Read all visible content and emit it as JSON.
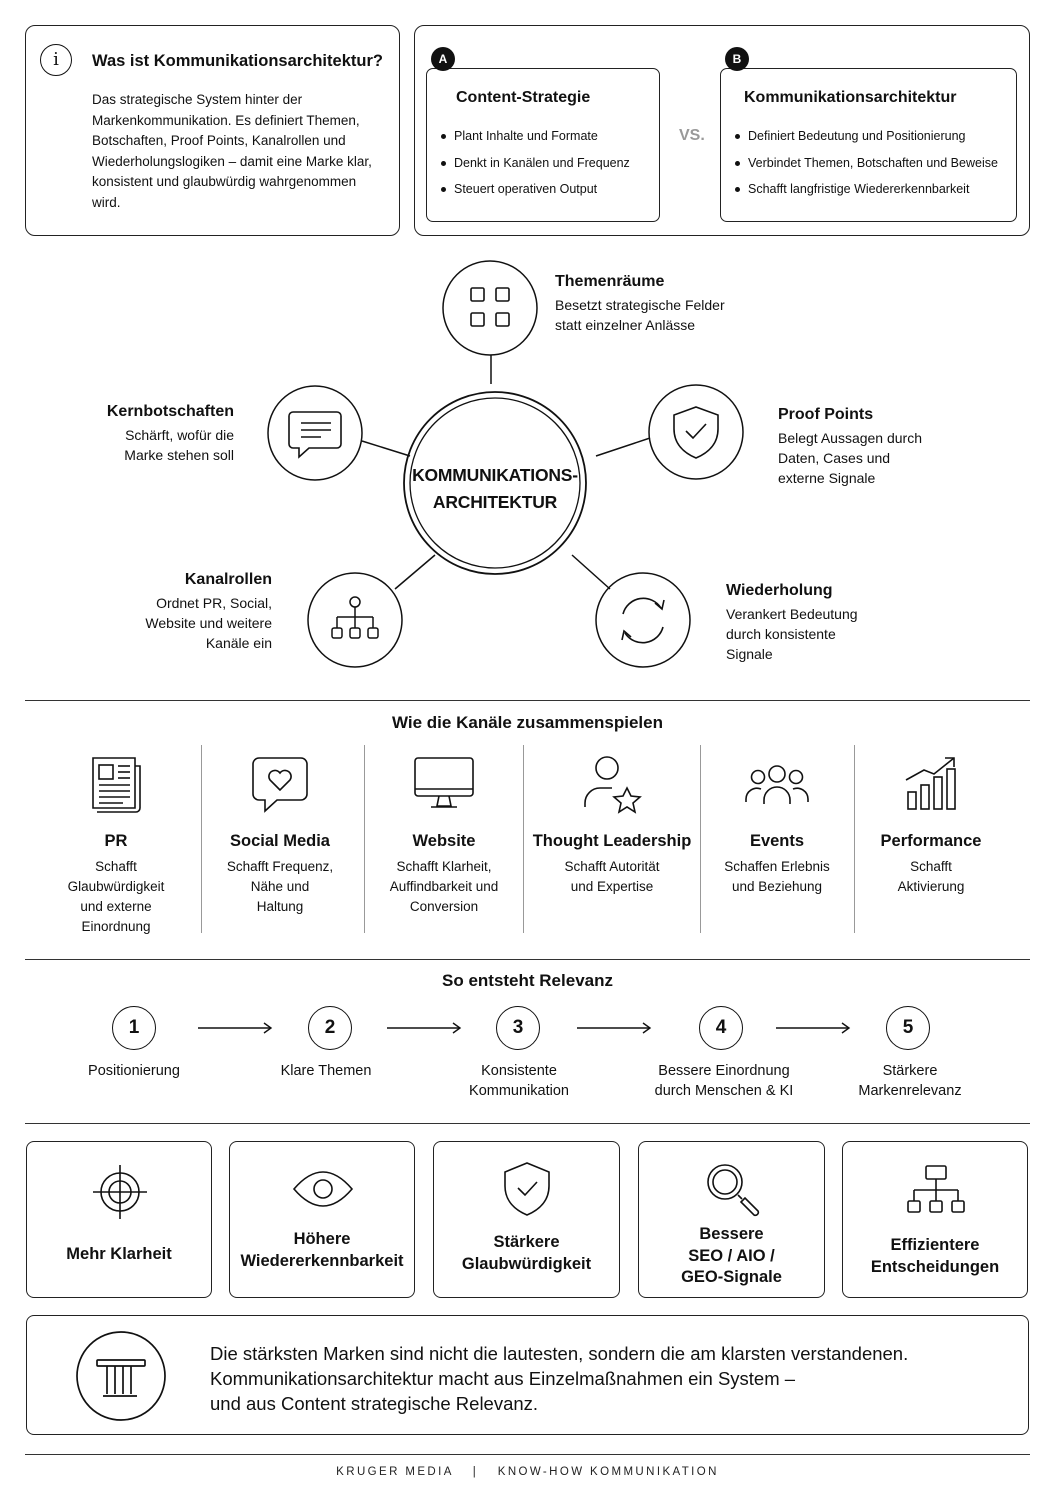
{
  "intro": {
    "info_glyph": "i",
    "title": "Was ist Kommunikationsarchitektur?",
    "text": "Das strategische System hinter der Markenkommunikation. Es definiert Themen, Botschaften, Proof Points, Kanalrollen und Wiederholungslogiken – damit eine Marke klar, konsistent und glaubwürdig wahrgenommen wird."
  },
  "compare": {
    "a": {
      "badge": "A",
      "title": "Content-Strategie",
      "items": [
        "Plant Inhalte und Formate",
        "Denkt in Kanälen und Frequenz",
        "Steuert operativen Output"
      ]
    },
    "vs": "VS.",
    "b": {
      "badge": "B",
      "title": "Kommunikationsarchitektur",
      "items": [
        "Definiert Bedeutung und Positionierung",
        "Verbindet Themen, Botschaften und Beweise",
        "Schafft langfristige Wiedererkennbarkeit"
      ]
    }
  },
  "hub": {
    "center": [
      "KOMMUNIKATIONS-",
      "ARCHITEKTUR"
    ],
    "nodes": [
      {
        "icon": "grid-icon",
        "title": "Themenräume",
        "desc": [
          "Besetzt strategische Felder",
          "statt einzelner Anlässe"
        ]
      },
      {
        "icon": "chat-icon",
        "title": "Kernbotschaften",
        "desc": [
          "Schärft, wofür die",
          "Marke stehen soll"
        ]
      },
      {
        "icon": "shield-check-icon",
        "title": "Proof Points",
        "desc": [
          "Belegt Aussagen durch",
          "Daten, Cases und",
          "externe Signale"
        ]
      },
      {
        "icon": "hierarchy-icon",
        "title": "Kanalrollen",
        "desc": [
          "Ordnet PR, Social,",
          "Website und weitere",
          "Kanäle ein"
        ]
      },
      {
        "icon": "refresh-icon",
        "title": "Wiederholung",
        "desc": [
          "Verankert Bedeutung",
          "durch konsistente",
          "Signale"
        ]
      }
    ]
  },
  "channels": {
    "heading": "Wie die Kanäle zusammenspielen",
    "items": [
      {
        "icon": "newspaper-icon",
        "title": "PR",
        "desc": [
          "Schafft",
          "Glaubwürdigkeit",
          "und externe",
          "Einordnung"
        ]
      },
      {
        "icon": "heart-chat-icon",
        "title": "Social Media",
        "desc": [
          "Schafft Frequenz,",
          "Nähe und",
          "Haltung"
        ]
      },
      {
        "icon": "monitor-icon",
        "title": "Website",
        "desc": [
          "Schafft Klarheit,",
          "Auffindbarkeit und",
          "Conversion"
        ]
      },
      {
        "icon": "person-star-icon",
        "title": "Thought Leadership",
        "desc": [
          "Schafft Autorität",
          "und Expertise"
        ]
      },
      {
        "icon": "people-icon",
        "title": "Events",
        "desc": [
          "Schaffen Erlebnis",
          "und Beziehung"
        ]
      },
      {
        "icon": "growth-chart-icon",
        "title": "Performance",
        "desc": [
          "Schafft",
          "Aktivierung"
        ]
      }
    ]
  },
  "relevance": {
    "heading": "So entsteht Relevanz",
    "steps": [
      {
        "num": "1",
        "label": [
          "Positionierung"
        ]
      },
      {
        "num": "2",
        "label": [
          "Klare Themen"
        ]
      },
      {
        "num": "3",
        "label": [
          "Konsistente",
          "Kommunikation"
        ]
      },
      {
        "num": "4",
        "label": [
          "Bessere Einordnung",
          "durch Menschen & KI"
        ]
      },
      {
        "num": "5",
        "label": [
          "Stärkere",
          "Markenrelevanz"
        ]
      }
    ]
  },
  "benefits": [
    {
      "icon": "target-icon",
      "label": [
        "Mehr Klarheit"
      ]
    },
    {
      "icon": "eye-icon",
      "label": [
        "Höhere",
        "Wiedererkennbarkeit"
      ]
    },
    {
      "icon": "shield-check-icon",
      "label": [
        "Stärkere",
        "Glaubwürdigkeit"
      ]
    },
    {
      "icon": "magnifier-icon",
      "label": [
        "Bessere",
        "SEO / AIO /",
        "GEO-Signale"
      ]
    },
    {
      "icon": "org-chart-icon",
      "label": [
        "Effizientere",
        "Entscheidungen"
      ]
    }
  ],
  "quote": {
    "icon": "column-icon",
    "lines": [
      "Die stärksten Marken sind nicht die lautesten, sondern die am klarsten verstandenen.",
      "Kommunikationsarchitektur macht aus Einzelmaßnahmen ein System –",
      "und aus Content strategische Relevanz."
    ]
  },
  "footer": {
    "left": "KRUGER MEDIA",
    "sep": "|",
    "right": "KNOW-HOW KOMMUNIKATION"
  }
}
